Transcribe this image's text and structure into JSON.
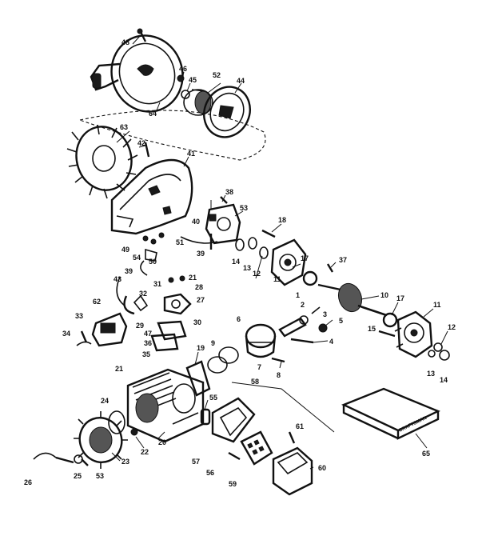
{
  "diagram": {
    "callouts": [
      "48",
      "46",
      "45",
      "52",
      "44",
      "64",
      "42",
      "63",
      "41",
      "38",
      "53",
      "18",
      "40",
      "51",
      "49",
      "54",
      "50",
      "39",
      "14",
      "13",
      "12",
      "17",
      "37",
      "11",
      "21",
      "31",
      "28",
      "43",
      "32",
      "27",
      "62",
      "29",
      "30",
      "47",
      "36",
      "33",
      "34",
      "35",
      "5",
      "3",
      "2",
      "4",
      "6",
      "7",
      "8",
      "10",
      "15",
      "9",
      "19",
      "24",
      "20",
      "22",
      "23",
      "25",
      "26",
      "55",
      "58",
      "61",
      "57",
      "56",
      "59",
      "60",
      "65",
      "1"
    ],
    "box_label": "CRAFTSMAN"
  }
}
